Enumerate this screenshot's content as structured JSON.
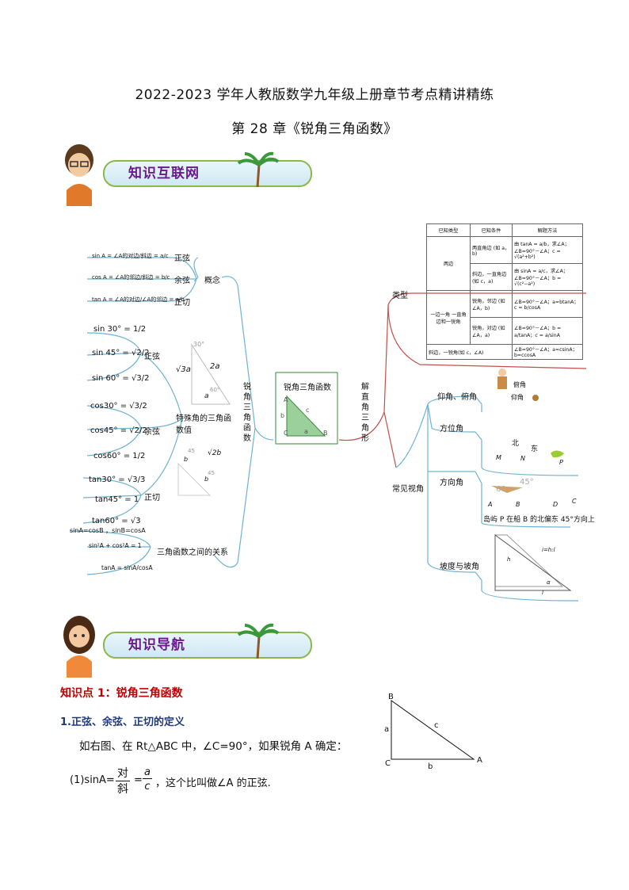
{
  "header": {
    "title": "2022-2023 学年人教版数学九年级上册章节考点精讲精练",
    "subtitle": "第 28 章《锐角三角函数》"
  },
  "banners": {
    "knowledge_network": "知识互联网",
    "knowledge_guide": "知识导航"
  },
  "mindmap": {
    "center_left": "锐角三角函数",
    "center_box_title": "锐角三角函数",
    "center_right": "解直角三角形",
    "left": {
      "concept": "概念",
      "special": "特殊角的三角函数值",
      "relations": "三角函数之间的关系",
      "concept_items": [
        {
          "label": "正弦",
          "formula": "sin A = ∠A的对边/斜边 = a/c"
        },
        {
          "label": "余弦",
          "formula": "cos A = ∠A的邻边/斜边 = b/c"
        },
        {
          "label": "正切",
          "formula": "tan A = ∠A的对边/∠A的邻边 = a/b"
        }
      ],
      "sine_values": [
        "sin 30° = 1/2",
        "sin 45° = √2/2",
        "sin 60° = √3/2"
      ],
      "cos_values": [
        "cos30° = √3/2",
        "cos45° = √2/2",
        "cos60° = 1/2"
      ],
      "tan_values": [
        "tan30° = √3/3",
        "tan45° = 1",
        "tan60° = √3"
      ],
      "group_labels": [
        "正弦",
        "余弦",
        "正切"
      ],
      "relation_items": [
        "sinA=cosB ，sinB=cosA",
        "sin²A + cos²A = 1",
        "tanA = sinA/cosA"
      ],
      "triangle_marks": [
        "30°",
        "2a",
        "√3a",
        "a",
        "60°",
        "45",
        "√2b",
        "b",
        "b",
        "45"
      ]
    },
    "right": {
      "type": "类型",
      "common_angles": "常见视角",
      "angles": [
        "仰角、俯角",
        "方位角",
        "方向角",
        "坡度与坡角"
      ],
      "elev_labels": [
        "俯角",
        "仰角"
      ],
      "bearing_labels": [
        "北",
        "东",
        "M",
        "N",
        "P"
      ],
      "direction_labels": [
        "60",
        "45°",
        "A",
        "B",
        "D",
        "C"
      ],
      "direction_caption": "岛屿 P 在船 B 的北偏东 45°方向上",
      "slope_labels": [
        "i=h:l",
        "h",
        "α",
        "l"
      ]
    },
    "center_triangle": {
      "A": "A",
      "B": "B",
      "C": "C",
      "a": "a",
      "b": "b",
      "c": "c"
    },
    "table": {
      "headers": [
        "已知类型",
        "已知条件",
        "解题方法"
      ],
      "rows": [
        {
          "type": "两边",
          "cond": "两直角边 (如 a，b)",
          "method": "由 tanA = a/b，求∠A；∠B=90°－∠A；c = √(a²+b²)"
        },
        {
          "type": "",
          "cond": "斜边，一直角边 (如 c，a)",
          "method": "由 sinA = a/c，求∠A；∠B=90°－∠A；b = √(c²−a²)"
        },
        {
          "type": "一边一角 一直角边和一锐角",
          "cond": "锐角，邻边 (如∠A，b)",
          "method": "∠B=90°－∠A；a=btanA；c = b/cosA"
        },
        {
          "type": "",
          "cond": "锐角，对边 (如∠A，a)",
          "method": "∠B=90°－∠A；b = a/tanA；c = a/sinA"
        },
        {
          "type": "",
          "cond": "斜边，一锐角(如 c，∠A)",
          "method": "∠B=90°－∠A；a=csinA；b=ccosA"
        }
      ]
    }
  },
  "section": {
    "heading": "知识点 1：锐角三角函数",
    "subheading": "1.正弦、余弦、正切的定义",
    "para": "如右图、在 Rt△ABC 中，∠C=90°，如果锐角 A 确定：",
    "formula_prefix": "(1)sinA=",
    "formula_word_num": "对",
    "formula_word_den": "斜",
    "formula_num": "a",
    "formula_den": "c",
    "formula_suffix": "，这个比叫做∠A 的正弦."
  },
  "figure": {
    "B": "B",
    "C": "C",
    "A": "A",
    "a": "a",
    "b": "b",
    "c": "c"
  },
  "colors": {
    "branch": "#6fb3d2",
    "branch_right": "#c0504d",
    "banner_text": "#6a1a8a",
    "heading_red": "#c00000",
    "sub_blue": "#1f3a7a"
  }
}
